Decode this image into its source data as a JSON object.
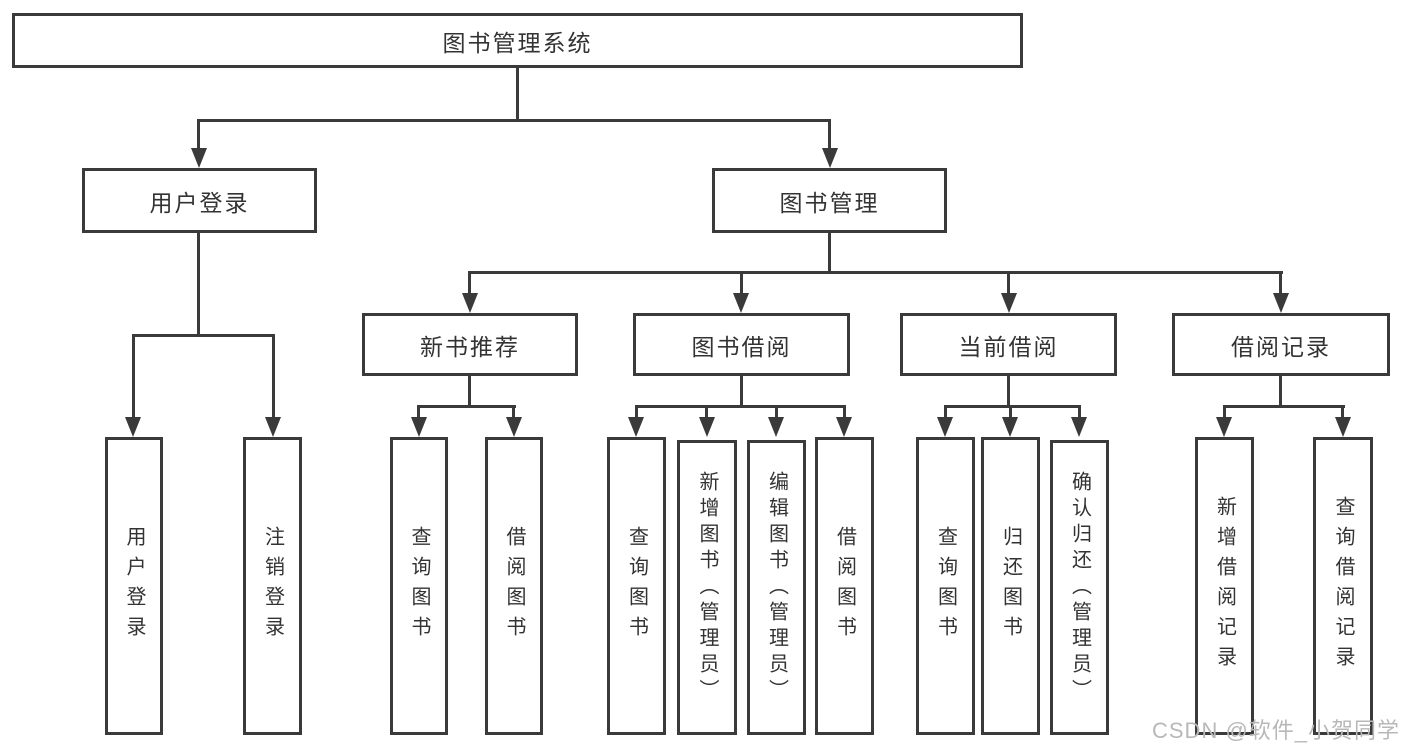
{
  "diagram_type": "hierarchy-tree",
  "tree": {
    "root": {
      "label": "图书管理系统",
      "children": [
        {
          "label": "用户登录",
          "children": [
            {
              "label": "用户登录"
            },
            {
              "label": "注销登录"
            }
          ]
        },
        {
          "label": "图书管理",
          "children": [
            {
              "label": "新书推荐",
              "children": [
                {
                  "label": "查询图书"
                },
                {
                  "label": "借阅图书"
                }
              ]
            },
            {
              "label": "图书借阅",
              "children": [
                {
                  "label": "查询图书"
                },
                {
                  "label": "新增图书（管理员）"
                },
                {
                  "label": "编辑图书（管理员）"
                },
                {
                  "label": "借阅图书"
                }
              ]
            },
            {
              "label": "当前借阅",
              "children": [
                {
                  "label": "查询图书"
                },
                {
                  "label": "归还图书"
                },
                {
                  "label": "确认归还（管理员）"
                }
              ]
            },
            {
              "label": "借阅记录",
              "children": [
                {
                  "label": "新增借阅记录"
                },
                {
                  "label": "查询借阅记录"
                }
              ]
            }
          ]
        }
      ]
    }
  },
  "watermark": {
    "text": "CSDN @软件_小贺同学"
  },
  "colors": {
    "background": "#ffffff",
    "line": "#3a3a3a",
    "text": "#333333",
    "watermark": "#b8b8b8"
  }
}
